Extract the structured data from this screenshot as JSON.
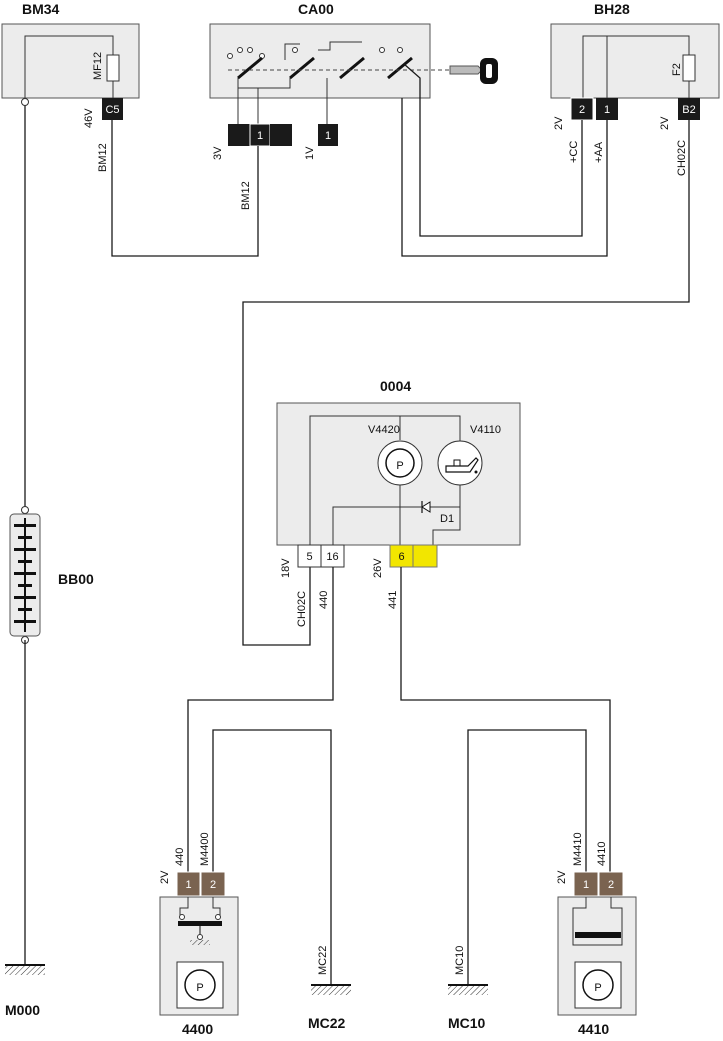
{
  "components": {
    "bm34": "BM34",
    "ca00": "CA00",
    "bh28": "BH28",
    "c0004": "0004",
    "bb00": "BB00",
    "m000": "M000",
    "mc22": "MC22",
    "mc10": "MC10",
    "c4400": "4400",
    "c4410": "4410"
  },
  "labels": {
    "mf12": "MF12",
    "f2": "F2",
    "v4420": "V4420",
    "v4110": "V4110",
    "d1": "D1",
    "p": "P"
  },
  "connectors": {
    "bm34_way": "46V",
    "bm34_pin": "C5",
    "ca00_left_way": "3V",
    "ca00_left_pin": "1",
    "ca00_right_way": "1V",
    "ca00_right_pin": "1",
    "bh28_left_way": "2V",
    "bh28_pin_2": "2",
    "bh28_pin_1": "1",
    "bh28_right_way": "2V",
    "bh28_right_pin": "B2",
    "c0004_left_way": "18V",
    "c0004_pin_5": "5",
    "c0004_pin_16": "16",
    "c0004_right_way": "26V",
    "c0004_pin_6": "6",
    "c4400_way": "2V",
    "c4400_pin_1": "1",
    "c4400_pin_2": "2",
    "c4410_way": "2V",
    "c4410_pin_1": "1",
    "c4410_pin_2": "2"
  },
  "wires": {
    "bm12_a": "BM12",
    "bm12_b": "BM12",
    "plus_cc": "+CC",
    "plus_aa": "+AA",
    "ch02c_a": "CH02C",
    "ch02c_b": "CH02C",
    "w440_a": "440",
    "w441": "441",
    "w440_b": "440",
    "m4400": "M4400",
    "m4410": "M4410",
    "w4410": "4410",
    "mc22": "MC22",
    "mc10": "MC10"
  },
  "colors": {
    "black_connector": "#1a1a1a",
    "brown_connector": "#7a6350",
    "yellow_connector": "#f2e600",
    "component_fill": "#ececec",
    "key_head": "#111111"
  }
}
